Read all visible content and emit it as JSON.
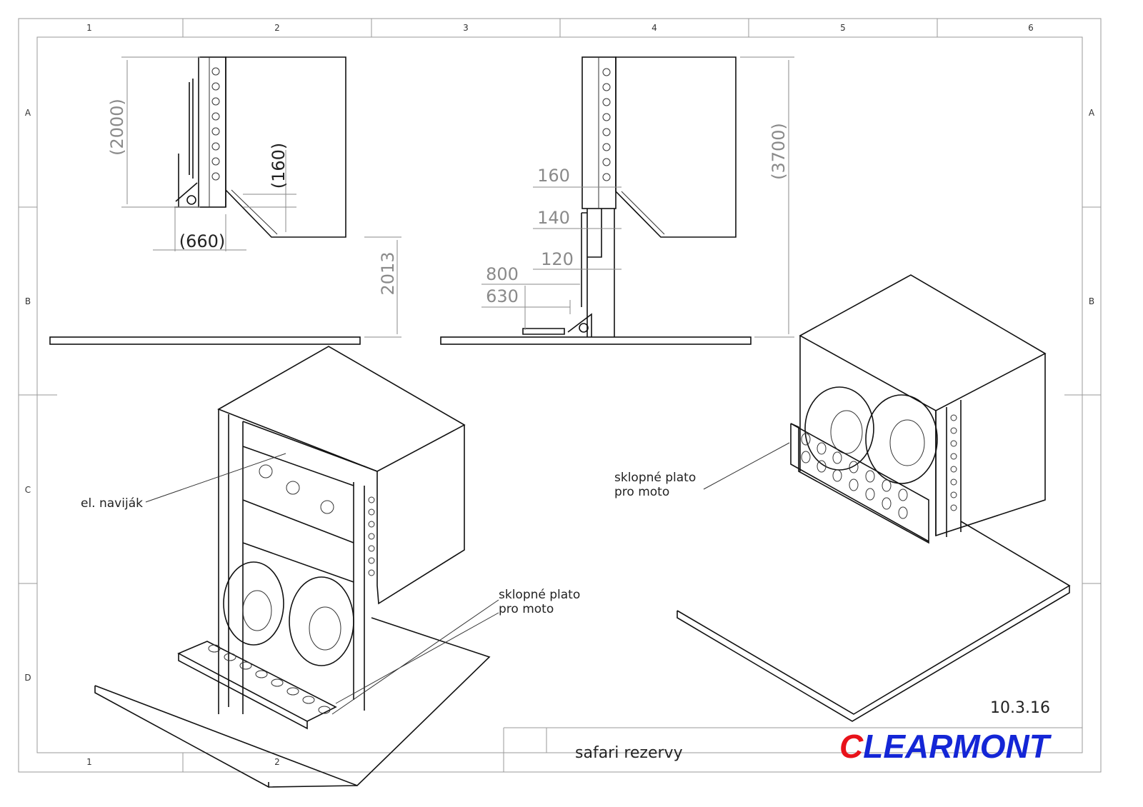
{
  "sheet": {
    "zones_top": [
      "1",
      "2",
      "3",
      "4",
      "5",
      "6"
    ],
    "zones_bottom": [
      "1",
      "2"
    ],
    "zones_left": [
      "A",
      "B",
      "C",
      "D"
    ],
    "zones_right": [
      "A",
      "B"
    ]
  },
  "side_view_left": {
    "dims": {
      "height_total": "(2000)",
      "step": "(160)",
      "depth": "(660)",
      "ground_clearance": "2013"
    }
  },
  "side_view_right": {
    "dims": {
      "d160": "160",
      "d140": "140",
      "d120": "120",
      "d800": "800",
      "d630": "630",
      "height_total": "(3700)"
    }
  },
  "iso_left": {
    "label_winch": "el. naviják",
    "label_platform_line1": "sklopné plato",
    "label_platform_line2": "pro moto"
  },
  "iso_right": {
    "label_platform_line1": "sklopné plato",
    "label_platform_line2": "pro moto"
  },
  "title_block": {
    "date": "10.3.16",
    "title": "safari rezervy",
    "logo_first": "C",
    "logo_rest": "LEARMONT",
    "logo_colors": {
      "first": "#e8121a",
      "rest": "#1426d6"
    }
  }
}
